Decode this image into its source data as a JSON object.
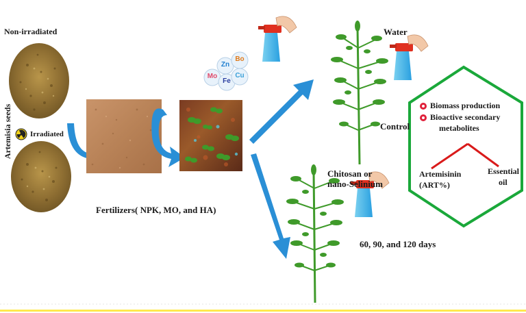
{
  "labels": {
    "non_irradiated": "Non-irradiated",
    "seeds_vertical": "Artemisia seeds",
    "irradiated": "Irradiated",
    "fertilizers": "Fertilizers( NPK, MO, and HA)",
    "water": "Water",
    "control": "Control",
    "chitosan_line1": "Chitosan or",
    "chitosan_line2": "nano-Selinium",
    "days": "60, 90, and 120 days"
  },
  "nutrients": [
    {
      "symbol": "Zn",
      "color": "#1f7fd0"
    },
    {
      "symbol": "Bo",
      "color": "#e07a1a"
    },
    {
      "symbol": "Mo",
      "color": "#e04a6a"
    },
    {
      "symbol": "Fe",
      "color": "#2b3fa0"
    },
    {
      "symbol": "Cu",
      "color": "#3aa0d8"
    }
  ],
  "outcomes": {
    "item1": "Biomass production",
    "item2_line1": "Bioactive secondary",
    "item2_line2": "metabolites",
    "artemisinin_line1": "Artemisinin",
    "artemisinin_line2": "(ART%)",
    "essential_line1": "Essential",
    "essential_line2": "oil"
  },
  "colors": {
    "arrow_blue": "#2a8fd6",
    "hexagon_green": "#1aa83a",
    "connector_red": "#d91a1a",
    "bullet_red": "#e0203a",
    "soil": "#c08a5a",
    "seed": "#9a7a3a",
    "plant": "#3f9a2a"
  }
}
